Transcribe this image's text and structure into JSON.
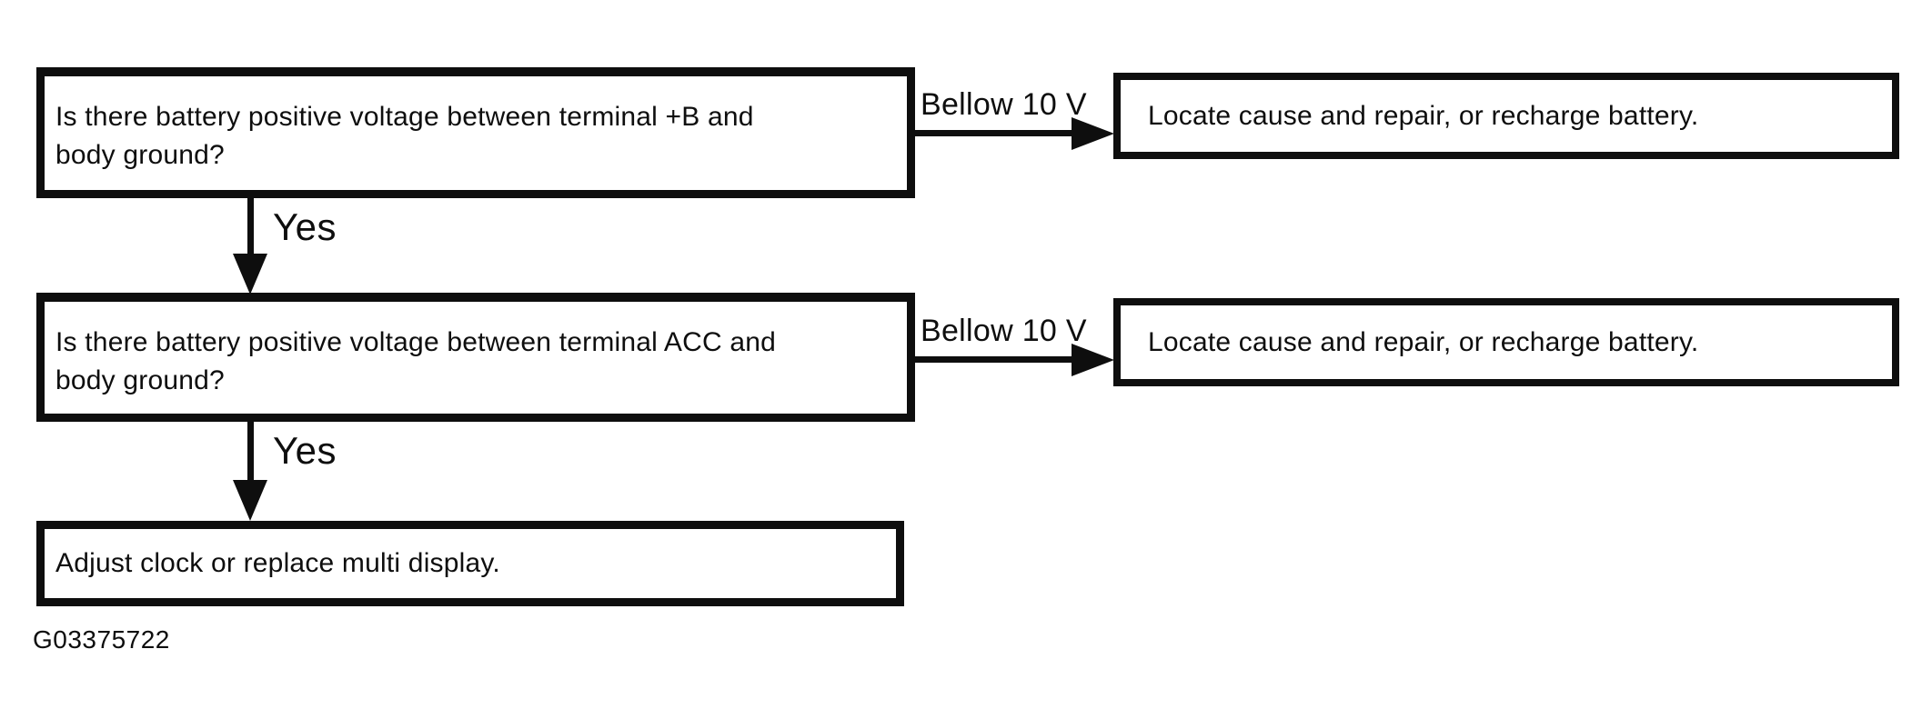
{
  "diagram": {
    "type": "flowchart",
    "background": "#ffffff",
    "ink_color": "#0e0e0e",
    "figure_id": "G03375722",
    "steps": {
      "q1": {
        "line1": "Is there battery positive voltage between terminal +B and",
        "line2": "body ground?",
        "yes_label": "Yes",
        "branch_label": "Bellow 10 V"
      },
      "q2": {
        "line1": "Is there battery positive voltage between terminal ACC and",
        "line2": "body ground?",
        "yes_label": "Yes",
        "branch_label": "Bellow 10 V"
      },
      "r1": {
        "text": "Locate cause and repair, or recharge battery."
      },
      "r2": {
        "text": "Locate cause and repair, or recharge battery."
      },
      "final": {
        "text": "Adjust clock or replace multi display."
      }
    }
  }
}
